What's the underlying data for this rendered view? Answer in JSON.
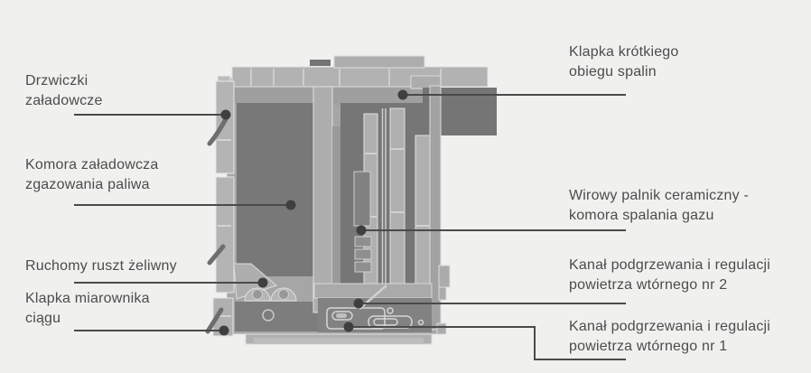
{
  "page": {
    "background_color": "#f0f0ef",
    "text_color": "#4c4c4c",
    "leader_line_color": "#4a4a4a",
    "leader_dot_color": "#3f3f3f"
  },
  "diagram": {
    "type": "boiler-cross-section-callout-diagram",
    "labels": {
      "left": [
        {
          "id": "loading-door",
          "lines": [
            "Drzwiczki",
            "załadowcze"
          ]
        },
        {
          "id": "gasification-chamber",
          "lines": [
            "Komora załadowcza",
            "zgazowania paliwa"
          ]
        },
        {
          "id": "cast-iron-grate",
          "lines": [
            "Ruchomy ruszt żeliwny"
          ]
        },
        {
          "id": "draft-regulator-flap",
          "lines": [
            "Klapka miarownika",
            "ciągu"
          ]
        }
      ],
      "right": [
        {
          "id": "short-flue-circuit-flap",
          "lines": [
            "Klapka krótkiego",
            "obiegu spalin"
          ]
        },
        {
          "id": "ceramic-swirl-burner",
          "lines": [
            "Wirowy palnik ceramiczny -",
            "komora spalania gazu"
          ]
        },
        {
          "id": "secondary-air-channel-2",
          "lines": [
            "Kanał podgrzewania i regulacji",
            "powietrza wtórnego nr 2"
          ]
        },
        {
          "id": "secondary-air-channel-1",
          "lines": [
            "Kanał podgrzewania i regulacji",
            "powietrza wtórnego nr 1"
          ]
        }
      ]
    }
  }
}
